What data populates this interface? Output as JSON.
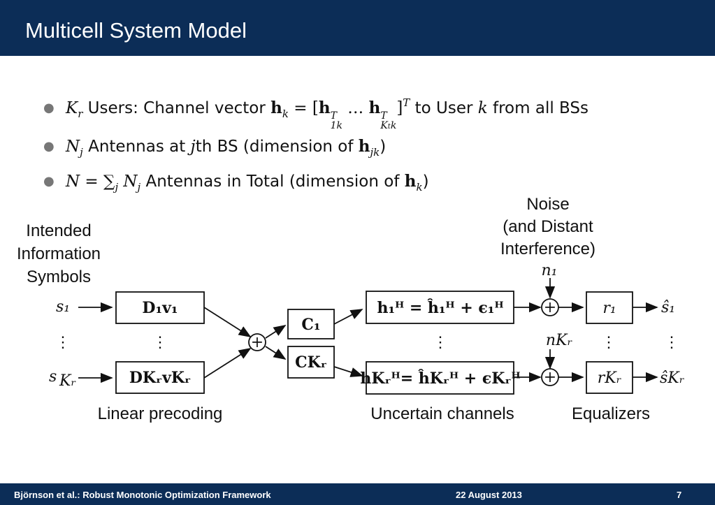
{
  "header": {
    "title": "Multicell System Model"
  },
  "bullets": {
    "b1": {
      "kr": "K",
      "kr_sub": "r",
      "text1": " Users: Channel vector ",
      "h": "h",
      "h_sub": "k",
      "eq": " = [",
      "h1": "h",
      "h1_sup": "T",
      "h1_sub": "1k",
      "dots": " … ",
      "h2": "h",
      "h2_sup": "T",
      "h2_sub": "K",
      "h2_subsub": "t",
      "h2_subk": "k",
      "close": "]",
      "close_sup": "T",
      "text2": " to User ",
      "k": "k",
      "text3": " from all BSs"
    },
    "b2": {
      "n": "N",
      "n_sub": "j",
      "text1": " Antennas at ",
      "j": "j",
      "text2": "th BS (dimension of ",
      "h": "h",
      "h_sub": "jk",
      "text3": ")"
    },
    "b3": {
      "n": "N",
      "eq": " = ∑",
      "sum_sub": "j",
      "nj": " N",
      "nj_sub": "j",
      "text1": " Antennas in Total (dimension of ",
      "h": "h",
      "h_sub": "k",
      "text2": ")"
    }
  },
  "diagram": {
    "intended_1": "Intended",
    "intended_2": "Information",
    "intended_3": "Symbols",
    "noise_1": "Noise",
    "noise_2": "(and Distant",
    "noise_3": "Interference)",
    "s1": "s₁",
    "sKr": "s",
    "sKr_sub": "Kᵣ",
    "precoder_1": "D₁v₁",
    "precoder_Kr": "DKᵣvKᵣ",
    "c1": "C₁",
    "cKr": "CKᵣ",
    "channel_1": "h₁ᴴ = ĥ₁ᴴ + ϵ₁ᴴ",
    "channel_Kr": "hKᵣᴴ= ĥKᵣᴴ + ϵKᵣᴴ",
    "n1": "n₁",
    "nKr": "nKᵣ",
    "r1": "r₁",
    "rKr": "rKᵣ",
    "shat1": "ŝ₁",
    "shatKr": "ŝKᵣ",
    "plus": "+",
    "vdots": "⋮",
    "label_precoding": "Linear precoding",
    "label_channels": "Uncertain channels",
    "label_equalizers": "Equalizers"
  },
  "footer": {
    "left": "Björnson et al.: Robust Monotonic Optimization Framework",
    "center": "22 August 2013",
    "right": "7"
  },
  "colors": {
    "header_bg": "#0c2d57",
    "footer_bg": "#0c2d57"
  }
}
